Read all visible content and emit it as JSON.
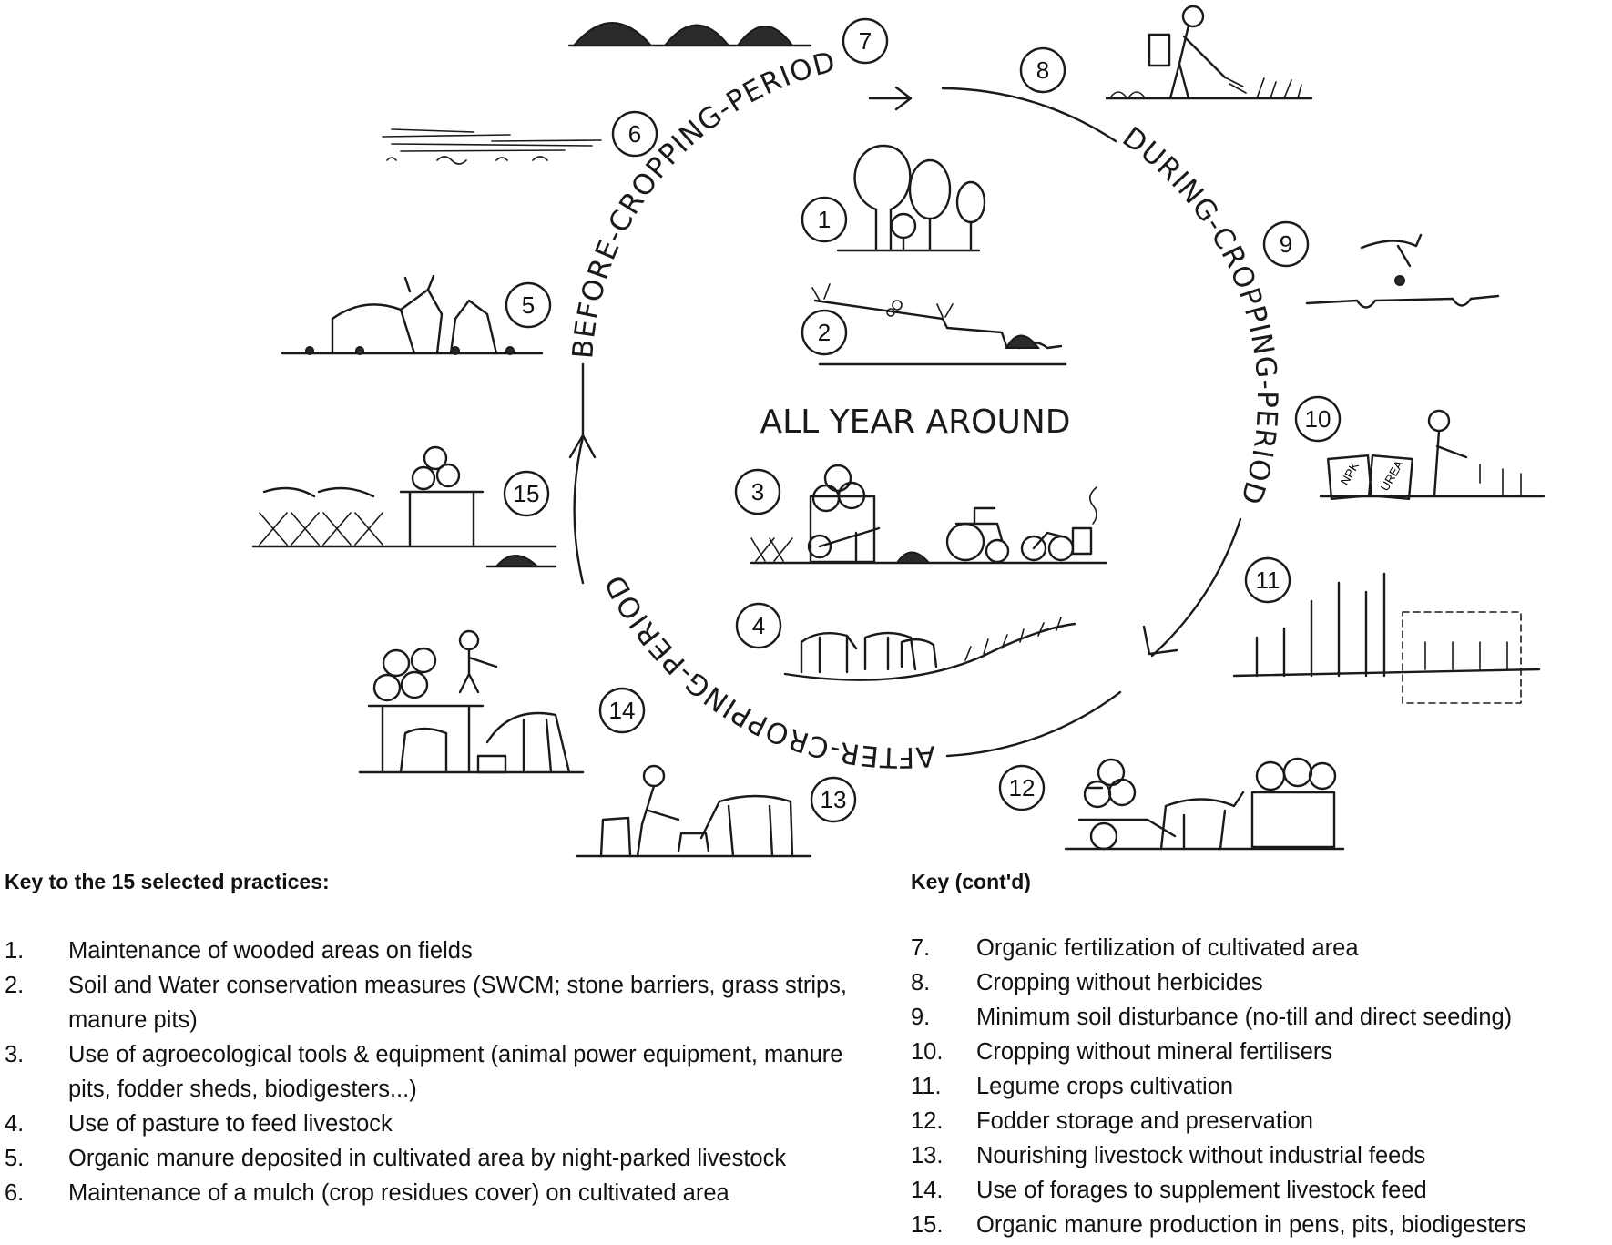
{
  "cycle": {
    "center_label": "ALL YEAR AROUND",
    "periods": {
      "before": "BEFORE-CROPPING-PERIOD",
      "during": "DURING-CROPPING-PERIOD",
      "after": "AFTER-CROPPING-PERIOD"
    },
    "practice_numbers": [
      "1",
      "2",
      "3",
      "4",
      "5",
      "6",
      "7",
      "8",
      "9",
      "10",
      "11",
      "12",
      "13",
      "14",
      "15"
    ]
  },
  "key_left": {
    "heading": "Key to the 15 selected practices:",
    "items": [
      {
        "num": "1.",
        "text": "Maintenance of wooded areas on fields"
      },
      {
        "num": "2.",
        "text": "Soil and Water conservation measures (SWCM; stone barriers, grass strips, manure pits)"
      },
      {
        "num": "3.",
        "text": "Use of agroecological tools & equipment (animal power equipment, manure pits, fodder sheds, biodigesters...)"
      },
      {
        "num": "4.",
        "text": "Use of pasture to feed livestock"
      },
      {
        "num": "5.",
        "text": "Organic manure deposited in cultivated area by night-parked livestock"
      },
      {
        "num": "6.",
        "text": "Maintenance of a mulch (crop residues cover) on cultivated area"
      }
    ]
  },
  "key_right": {
    "heading": "Key (cont'd)",
    "items": [
      {
        "num": "7.",
        "text": "Organic fertilization of cultivated area"
      },
      {
        "num": "8.",
        "text": "Cropping without herbicides"
      },
      {
        "num": "9.",
        "text": "Minimum soil disturbance (no-till and direct seeding)"
      },
      {
        "num": "10.",
        "text": "Cropping without mineral fertilisers"
      },
      {
        "num": "11.",
        "text": "Legume crops cultivation"
      },
      {
        "num": "12.",
        "text": "Fodder storage and preservation"
      },
      {
        "num": "13.",
        "text": "Nourishing livestock without industrial feeds"
      },
      {
        "num": "14.",
        "text": "Use of forages to supplement livestock feed"
      },
      {
        "num": "15.",
        "text": "Organic manure production in pens, pits, biodigesters"
      }
    ]
  },
  "sketch_text": {
    "bag_npk": "NPK",
    "bag_urea": "UREA"
  }
}
